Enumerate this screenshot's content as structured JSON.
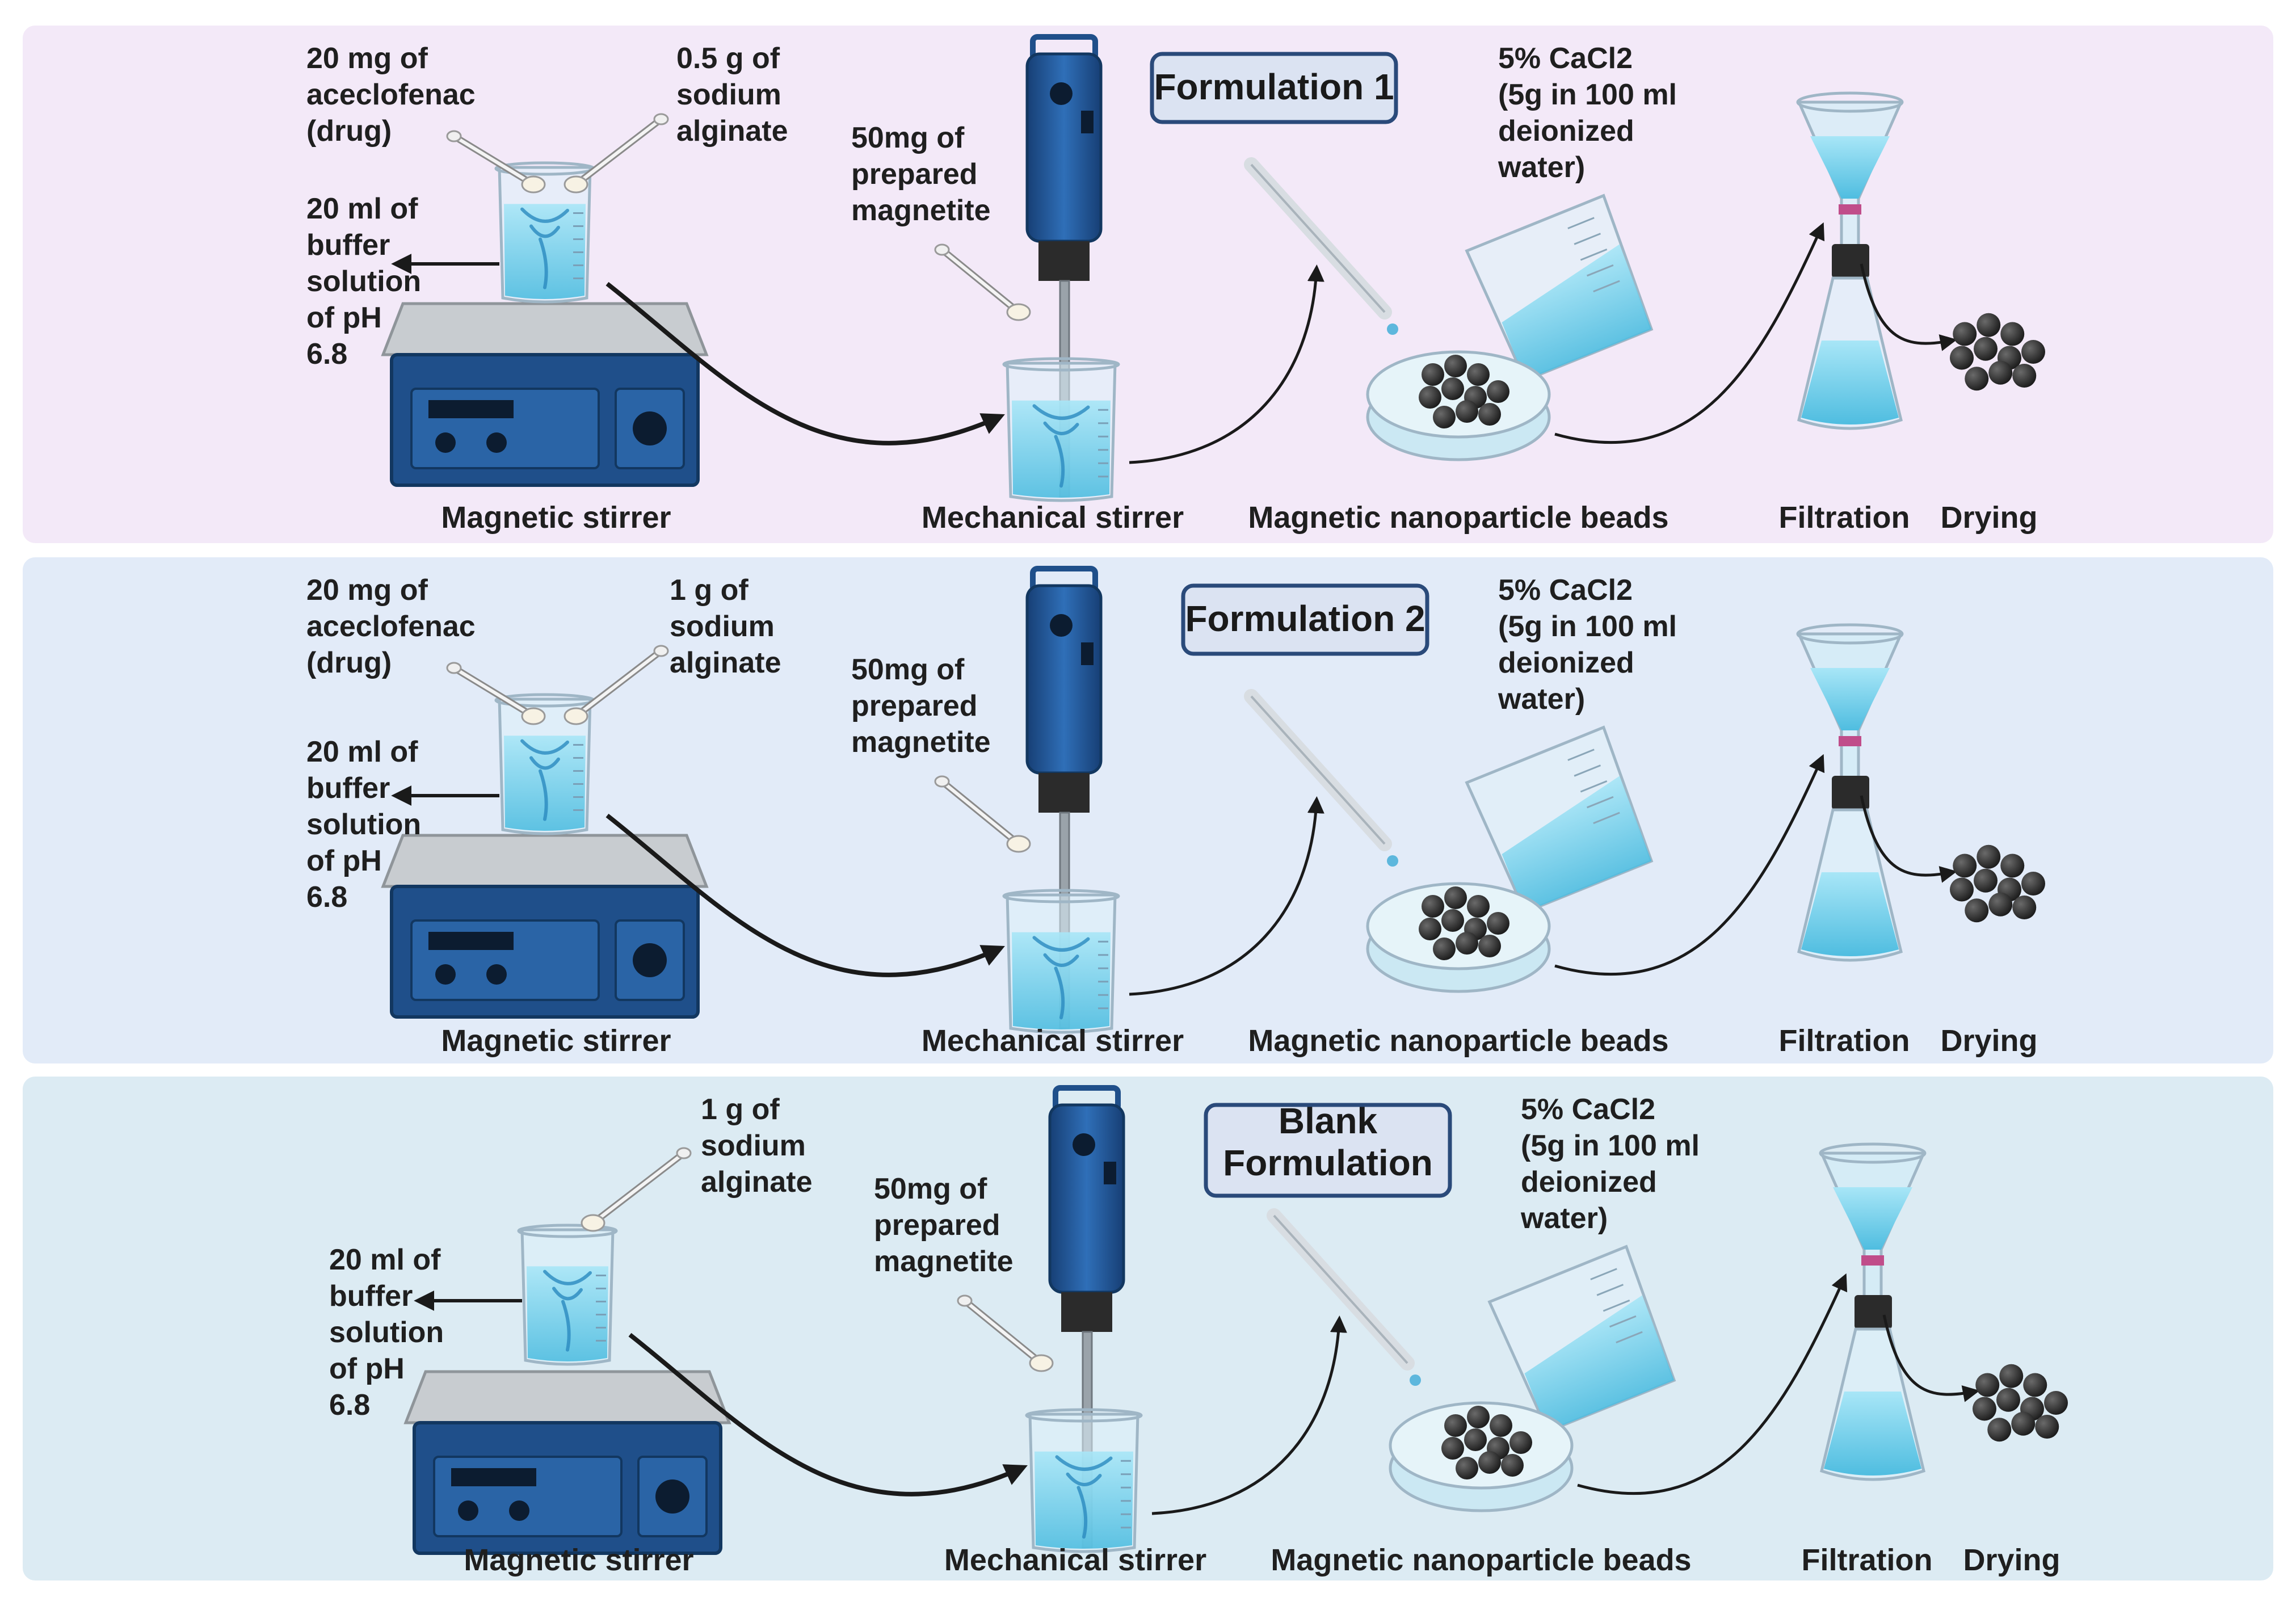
{
  "colors": {
    "panel1": "#f3e9f8",
    "panel2": "#e2ebf8",
    "panel3": "#dcebf3",
    "stirrer_base": "#1f4f8a",
    "liquid": "#7fd3ee",
    "bead": "#2b2b2b",
    "badge_bg": "#dbe3f2",
    "badge_border": "#2a4a7a"
  },
  "icons": [
    "spatula-icon",
    "beaker-icon",
    "magnetic-stirrer-icon",
    "mechanical-stirrer-icon",
    "pipette-icon",
    "petri-dish-icon",
    "bead-cluster-icon",
    "funnel-flask-icon",
    "arrow-icon"
  ],
  "rows": [
    {
      "badge": [
        "Formulation 1"
      ],
      "drug": [
        "20 mg of",
        "aceclofenac",
        "(drug)"
      ],
      "alginate": [
        "0.5 g of",
        "sodium",
        "alginate"
      ],
      "buffer": [
        "20 ml of",
        "buffer",
        "solution",
        "of pH",
        "6.8"
      ],
      "magnetite": [
        "50mg of",
        "prepared",
        "magnetite"
      ],
      "cacl2": [
        "5% CaCl2",
        "(5g in 100 ml",
        "deionized",
        "water)"
      ],
      "captions": {
        "magnetic": "Magnetic stirrer",
        "mechanical": "Mechanical stirrer",
        "beads": "Magnetic nanoparticle beads",
        "filtration": "Filtration",
        "drying": "Drying"
      }
    },
    {
      "badge": [
        "Formulation 2"
      ],
      "drug": [
        "20 mg of",
        "aceclofenac",
        "(drug)"
      ],
      "alginate": [
        "1 g of",
        "sodium",
        "alginate"
      ],
      "buffer": [
        "20 ml of",
        "buffer",
        "solution",
        "of pH",
        "6.8"
      ],
      "magnetite": [
        "50mg of",
        "prepared",
        "magnetite"
      ],
      "cacl2": [
        "5% CaCl2",
        "(5g in 100 ml",
        "deionized",
        "water)"
      ],
      "captions": {
        "magnetic": "Magnetic stirrer",
        "mechanical": "Mechanical stirrer",
        "beads": "Magnetic nanoparticle beads",
        "filtration": "Filtration",
        "drying": "Drying"
      }
    },
    {
      "badge": [
        "Blank",
        "Formulation"
      ],
      "drug": [],
      "alginate": [
        "1 g of",
        "sodium",
        "alginate"
      ],
      "buffer": [
        "20 ml of",
        "buffer",
        "solution",
        "of pH",
        "6.8"
      ],
      "magnetite": [
        "50mg of",
        "prepared",
        "magnetite"
      ],
      "cacl2": [
        "5% CaCl2",
        "(5g in 100 ml",
        "deionized",
        "water)"
      ],
      "captions": {
        "magnetic": "Magnetic stirrer",
        "mechanical": "Mechanical stirrer",
        "beads": "Magnetic nanoparticle beads",
        "filtration": "Filtration",
        "drying": "Drying"
      }
    }
  ]
}
